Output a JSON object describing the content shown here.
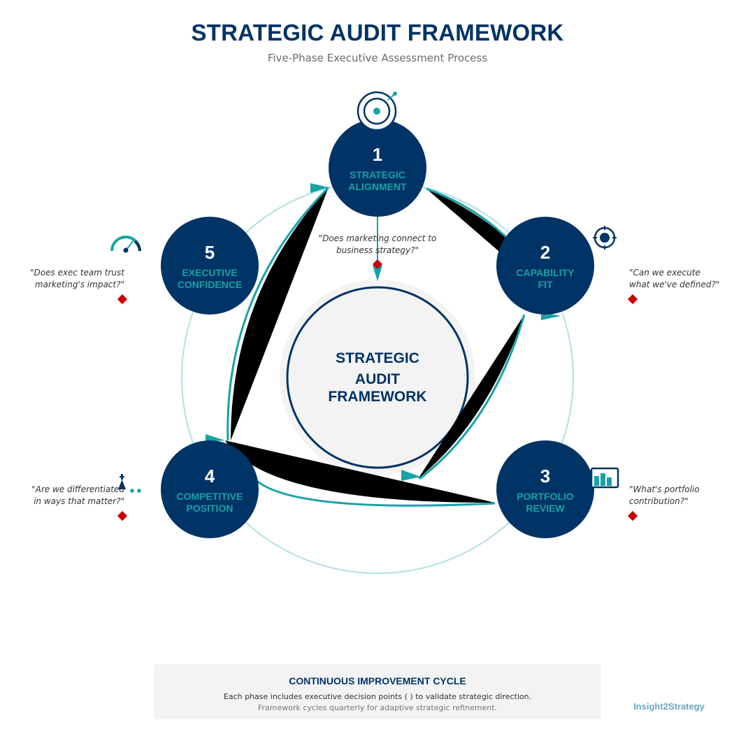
{
  "header": {
    "title": "STRATEGIC AUDIT FRAMEWORK",
    "subtitle": "Five-Phase Executive Assessment Process"
  },
  "center": {
    "line1": "STRATEGIC",
    "line2": "AUDIT",
    "line3": "FRAMEWORK"
  },
  "phases": [
    {
      "number": "1",
      "label_line1": "STRATEGIC",
      "label_line2": "ALIGNMENT",
      "question": "\"Does marketing connect to business strategy?\"",
      "question_line1": "\"Does marketing connect to",
      "question_line2": "business strategy?\"",
      "icon": "target-icon"
    },
    {
      "number": "2",
      "label_line1": "CAPABILITY",
      "label_line2": "FIT",
      "question_line1": "\"Can we execute",
      "question_line2": "what we've defined?\"",
      "icon": "crosshair-icon"
    },
    {
      "number": "3",
      "label_line1": "PORTFOLIO",
      "label_line2": "REVIEW",
      "question_line1": "\"What's portfolio",
      "question_line2": "contribution?\"",
      "icon": "bar-chart-icon"
    },
    {
      "number": "4",
      "label_line1": "COMPETITIVE",
      "label_line2": "POSITION",
      "question_line1": "\"Are we differentiated",
      "question_line2": "in ways that matter?\"",
      "icon": "chess-piece-icon"
    },
    {
      "number": "5",
      "label_line1": "EXECUTIVE",
      "label_line2": "CONFIDENCE",
      "question_line1": "\"Does exec team trust",
      "question_line2": "marketing's impact?\"",
      "icon": "gauge-icon"
    }
  ],
  "footer": {
    "title": "CONTINUOUS IMPROVEMENT CYCLE",
    "line1": "Each phase includes executive decision points (   ) to validate strategic direction.",
    "line2": "Framework cycles quarterly for adaptive strategic refinement."
  },
  "brand": "Insight2Strategy",
  "colors": {
    "navy": "#003366",
    "teal": "#17a2a6",
    "light_teal_ring": "#b3e0e3",
    "decision_red": "#cc0000",
    "center_fill": "#f3f3f3"
  }
}
